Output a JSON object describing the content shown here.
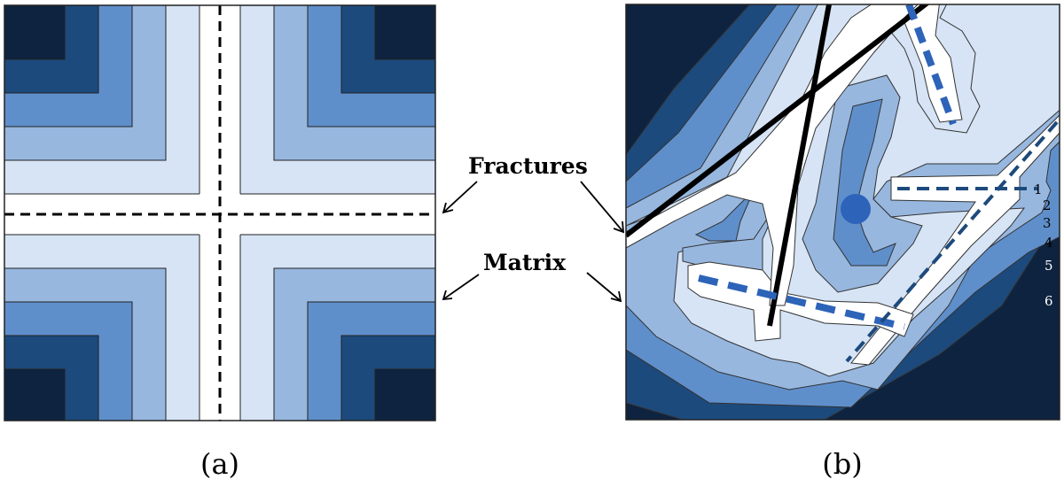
{
  "panels": [
    {
      "id": "a",
      "caption": "(a)"
    },
    {
      "id": "b",
      "caption": "(b)"
    }
  ],
  "annotations": {
    "fractures_label": "Fractures",
    "matrix_label": "Matrix"
  },
  "zones": [
    "1",
    "2",
    "3",
    "4",
    "5",
    "6"
  ],
  "colors": {
    "level_0": "#ffffff",
    "level_1": "#d6e4f5",
    "level_2": "#97b7df",
    "level_3": "#5f8fcb",
    "level_4": "#1d4a7c",
    "level_5": "#0e233f",
    "fracture_solid": "#000000",
    "fracture_dashed_b": "#2d63b8",
    "well_marker": "#2d63b8"
  }
}
